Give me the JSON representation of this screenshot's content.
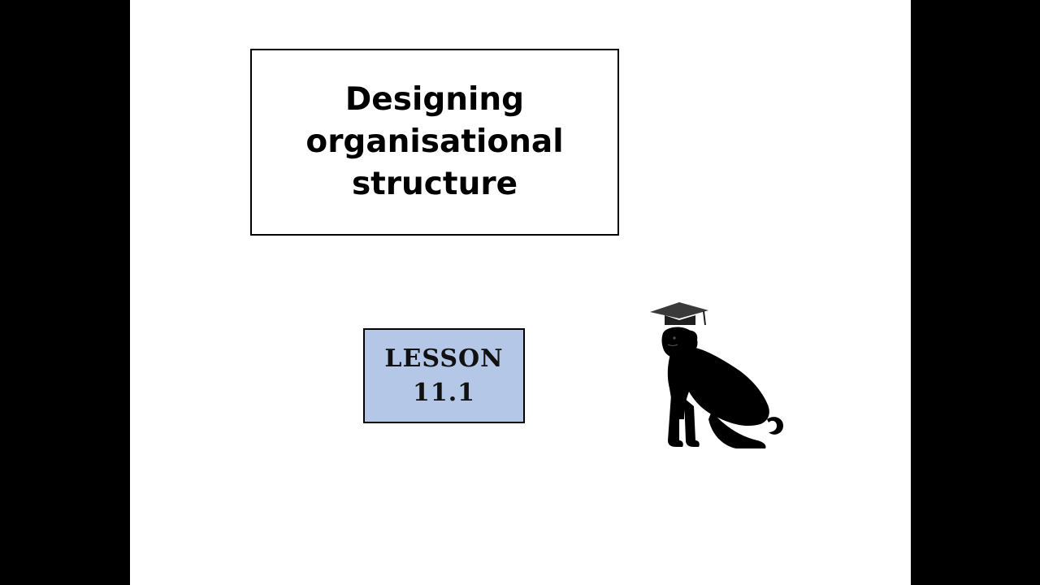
{
  "slide": {
    "title_lines": [
      "Designing",
      "organisational",
      "structure"
    ],
    "lesson_label": "LESSON",
    "lesson_number": "11.1"
  },
  "colors": {
    "letterbox": "#000000",
    "slide_background": "#ffffff",
    "lesson_box_fill": "#b4c7e7",
    "text": "#000000"
  },
  "icons": {
    "mascot": "pug-with-graduation-cap-icon"
  }
}
